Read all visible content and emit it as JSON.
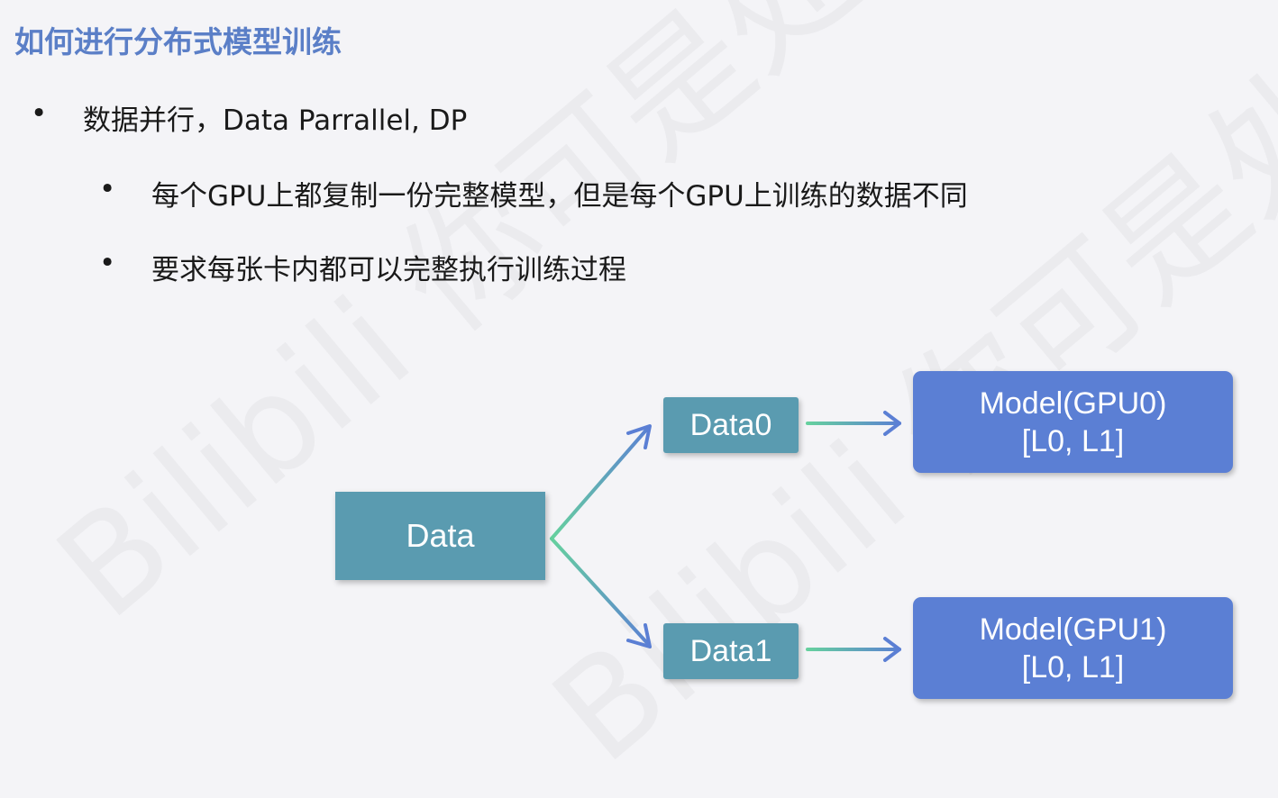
{
  "title": "如何进行分布式模型训练",
  "bullets": [
    {
      "marker": "•",
      "text": "数据并行，Data Parrallel, DP"
    },
    {
      "marker": "•",
      "text": "每个GPU上都复制一份完整模型，但是每个GPU上训练的数据不同"
    },
    {
      "marker": "•",
      "text": "要求每张卡内都可以完整执行训练过程"
    }
  ],
  "diagram": {
    "data": "Data",
    "data0": "Data0",
    "data1": "Data1",
    "model0": {
      "line1": "Model(GPU0)",
      "line2": "[L0, L1]"
    },
    "model1": {
      "line1": "Model(GPU1)",
      "line2": "[L0, L1]"
    },
    "colors": {
      "data_box": "#5a9bb0",
      "model_box": "#5b7fd4",
      "arrow_blue": "#5b7fd4",
      "arrow_green": "#66d19e",
      "title": "#5b7fc7"
    }
  },
  "watermark": "Bilibili 你可是处女"
}
